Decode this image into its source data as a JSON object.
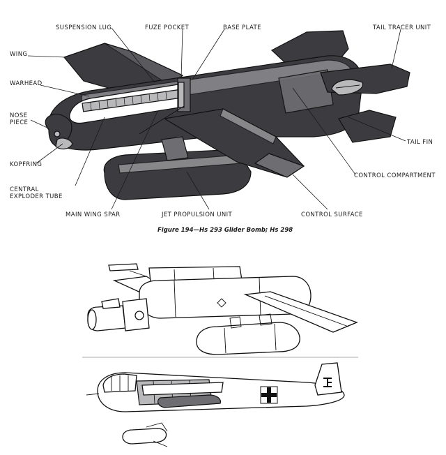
{
  "labels": {
    "suspension_lug": "SUSPENSION LUG",
    "fuze_pocket": "FUZE POCKET",
    "base_plate": "BASE PLATE",
    "tail_tracer_unit": "TAIL TRACER UNIT",
    "wing": "WING",
    "warhead": "WARHEAD",
    "nose_piece_1": "NOSE",
    "nose_piece_2": "PIECE",
    "kopfring": "KOPFRING",
    "central_exploder_tube_1": "CENTRAL",
    "central_exploder_tube_2": "EXPLODER TUBE",
    "main_wing_spar": "MAIN WING SPAR",
    "jet_propulsion_unit": "JET PROPULSION UNIT",
    "control_surface": "CONTROL SURFACE",
    "control_compartment": "CONTROL COMPARTMENT",
    "tail_fin": "TAIL FIN"
  },
  "caption": "Figure 194—Hs 293 Glider Bomb; Hs 298",
  "colors": {
    "ink": "#1a1a1a",
    "shade_dark": "#3c3c40",
    "shade_mid": "#6e6e72",
    "shade_light": "#b9b9bc"
  },
  "icons": {
    "insignia": "balkenkreuz-icon",
    "tail_marking": "swastika-icon"
  }
}
